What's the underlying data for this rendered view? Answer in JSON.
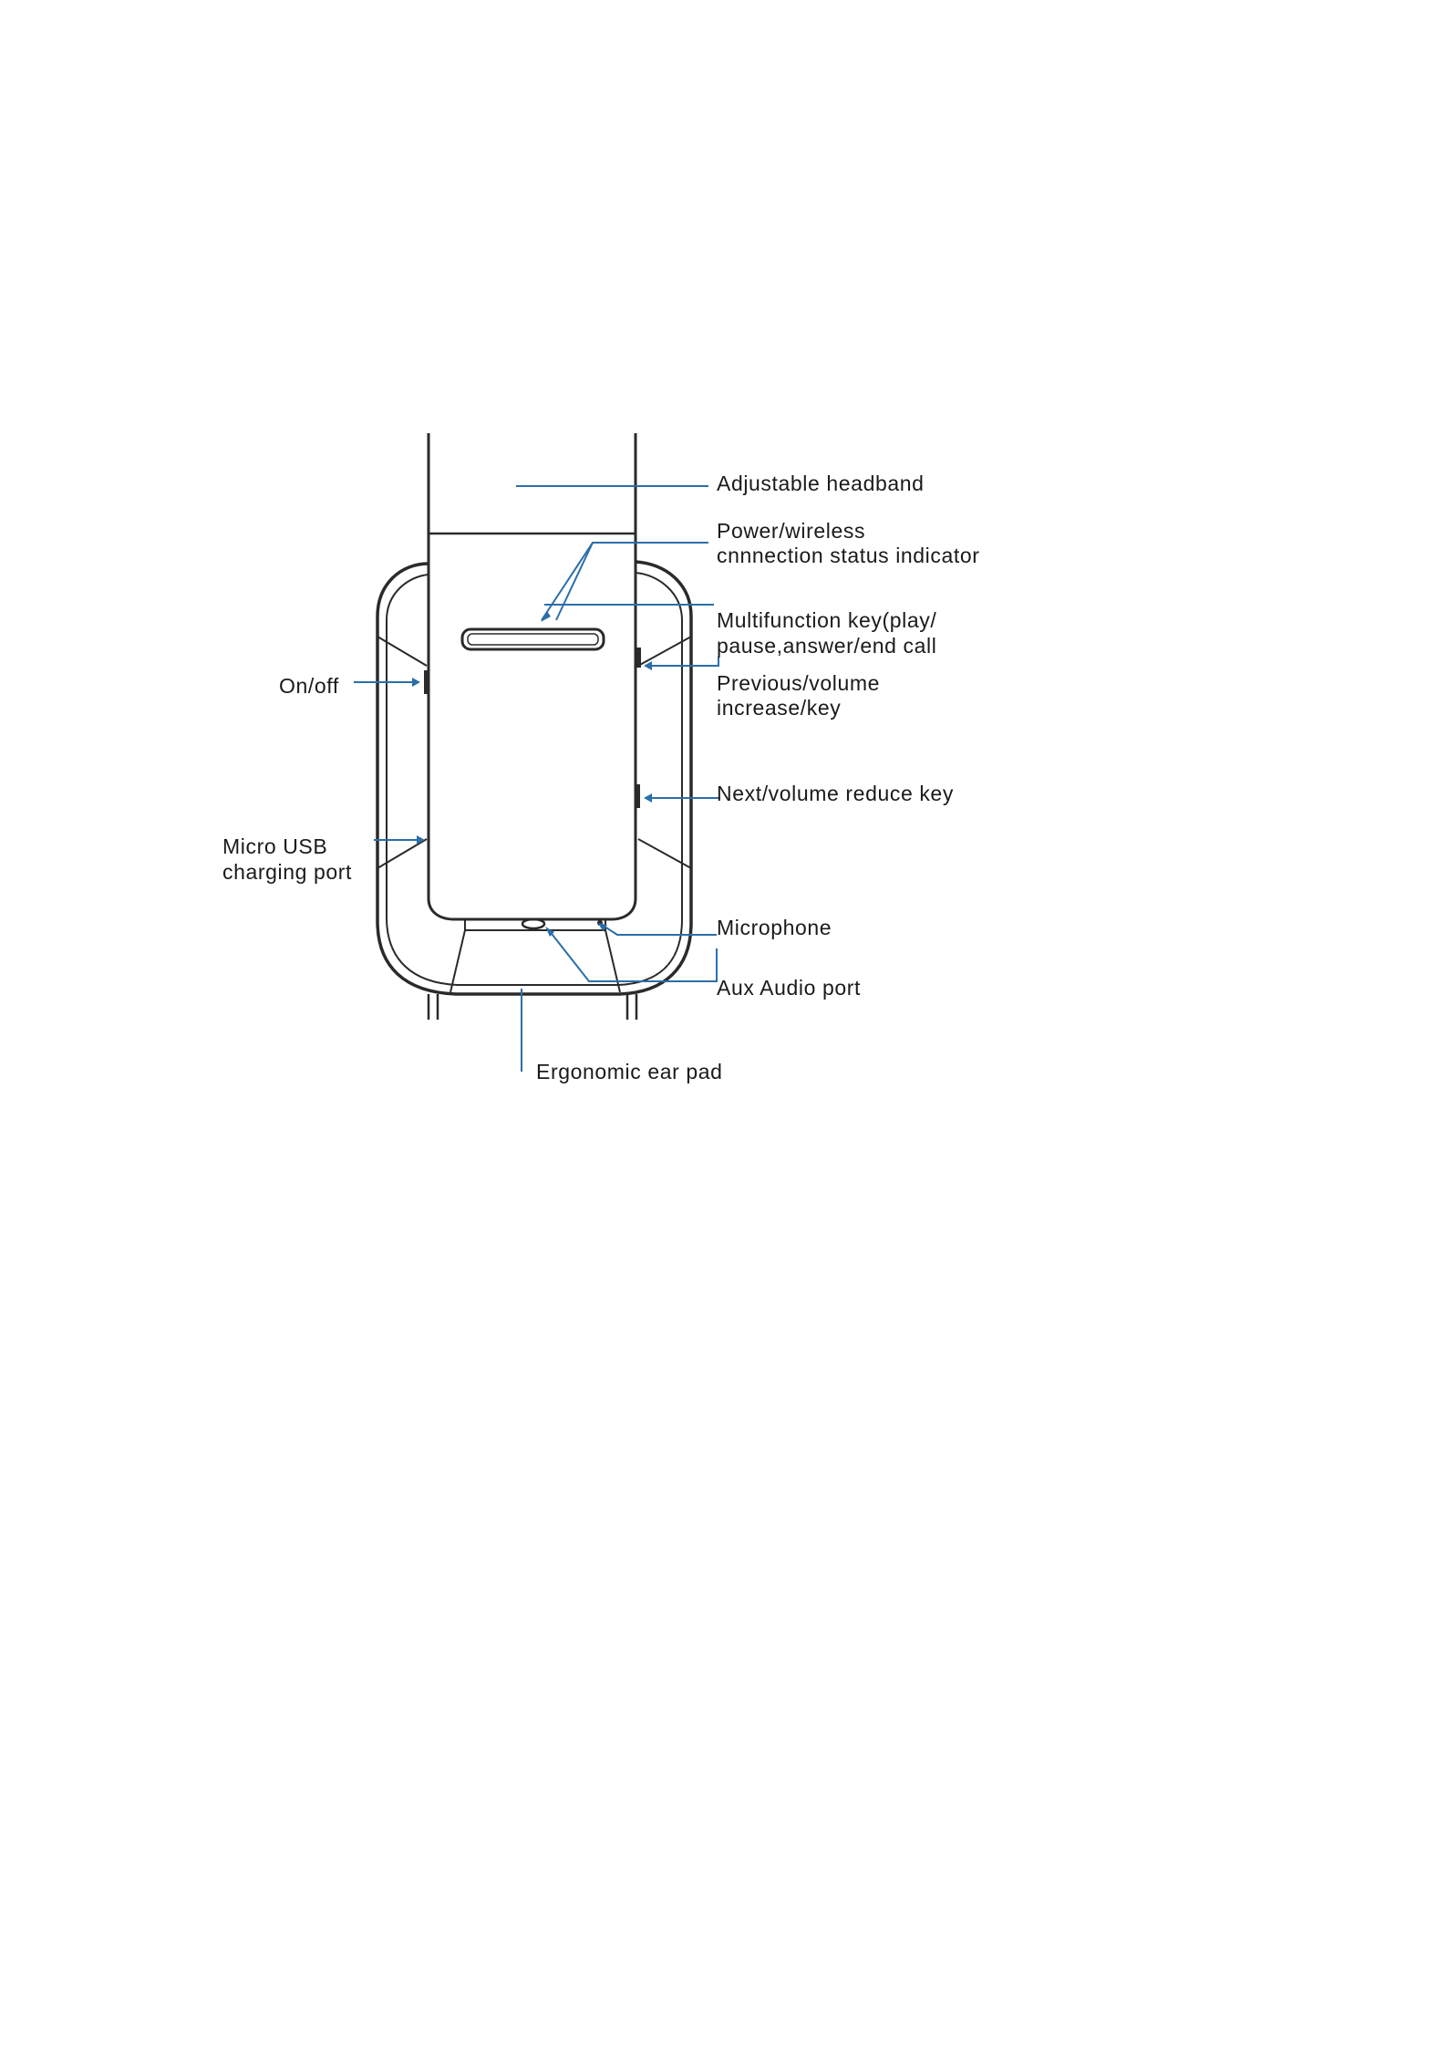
{
  "diagram": {
    "labels": {
      "adjustable_headband": "Adjustable headband",
      "power_indicator_line1": "Power/wireless",
      "power_indicator_line2": "cnnnection status indicator",
      "multifunction_line1": "Multifunction key(play/",
      "multifunction_line2": "pause,answer/end call",
      "previous_line1": "Previous/volume",
      "previous_line2": "increase/key",
      "next_volume": "Next/volume reduce key",
      "microphone": "Microphone",
      "aux_audio": "Aux Audio port",
      "ear_pad": "Ergonomic ear pad",
      "on_off": "On/off",
      "micro_usb_line1": "Micro USB",
      "micro_usb_line2": "charging port"
    },
    "colors": {
      "leader_line": "#2b6ea8",
      "outline": "#2a2a2a"
    }
  }
}
